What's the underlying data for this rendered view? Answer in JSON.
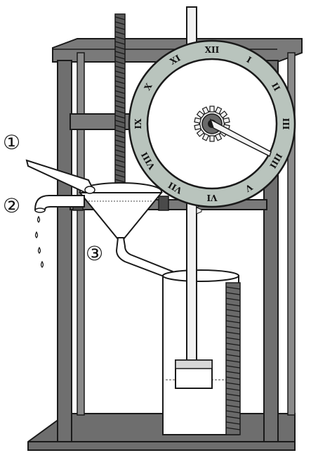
{
  "labels": {
    "inlet_pipe": "①",
    "overflow_pipe": "②",
    "funnel_outlet": "③"
  },
  "dial": {
    "numerals": [
      "XII",
      "I",
      "II",
      "III",
      "IIII",
      "V",
      "VI",
      "VII",
      "VIII",
      "IX",
      "X",
      "XI"
    ]
  },
  "colors": {
    "ink": "#1a1a1a",
    "wood": "#7a7a7a",
    "wood_dark": "#555555",
    "dial_ring": "#b9c4bd",
    "metal": "#f2f2f2"
  }
}
